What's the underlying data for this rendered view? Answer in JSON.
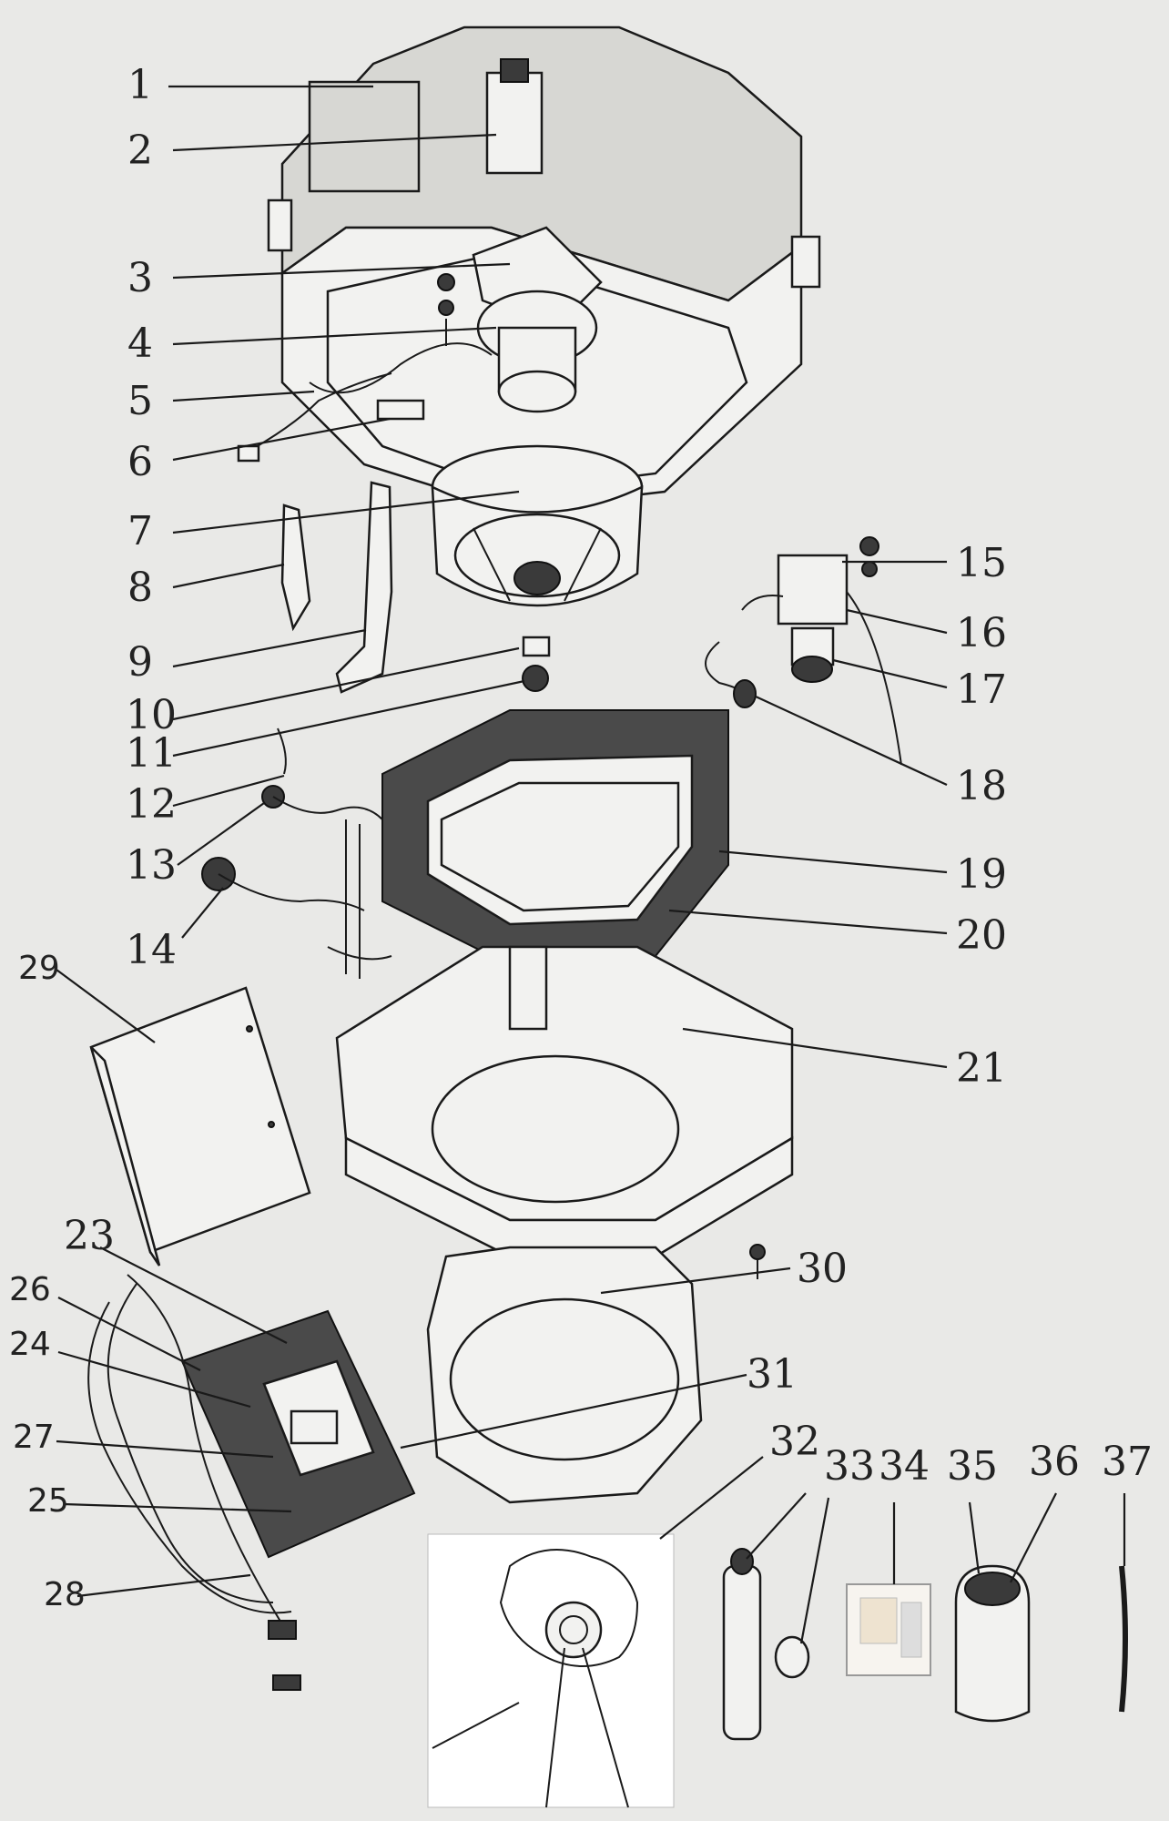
{
  "labels": {
    "p1": "1",
    "p2": "2",
    "p3": "3",
    "p4": "4",
    "p5": "5",
    "p6": "6",
    "p7": "7",
    "p8": "8",
    "p9": "9",
    "p10": "10",
    "p11": "11",
    "p12": "12",
    "p13": "13",
    "p14": "14",
    "p15": "15",
    "p16": "16",
    "p17": "17",
    "p18": "18",
    "p19": "19",
    "p20": "20",
    "p21": "21",
    "p23": "23",
    "p24": "24",
    "p25": "25",
    "p26": "26",
    "p27": "27",
    "p28": "28",
    "p29": "29",
    "p30": "30",
    "p31": "31",
    "p32": "32",
    "p33": "33",
    "p34": "34",
    "p35": "35",
    "p36": "36",
    "p37": "37"
  }
}
